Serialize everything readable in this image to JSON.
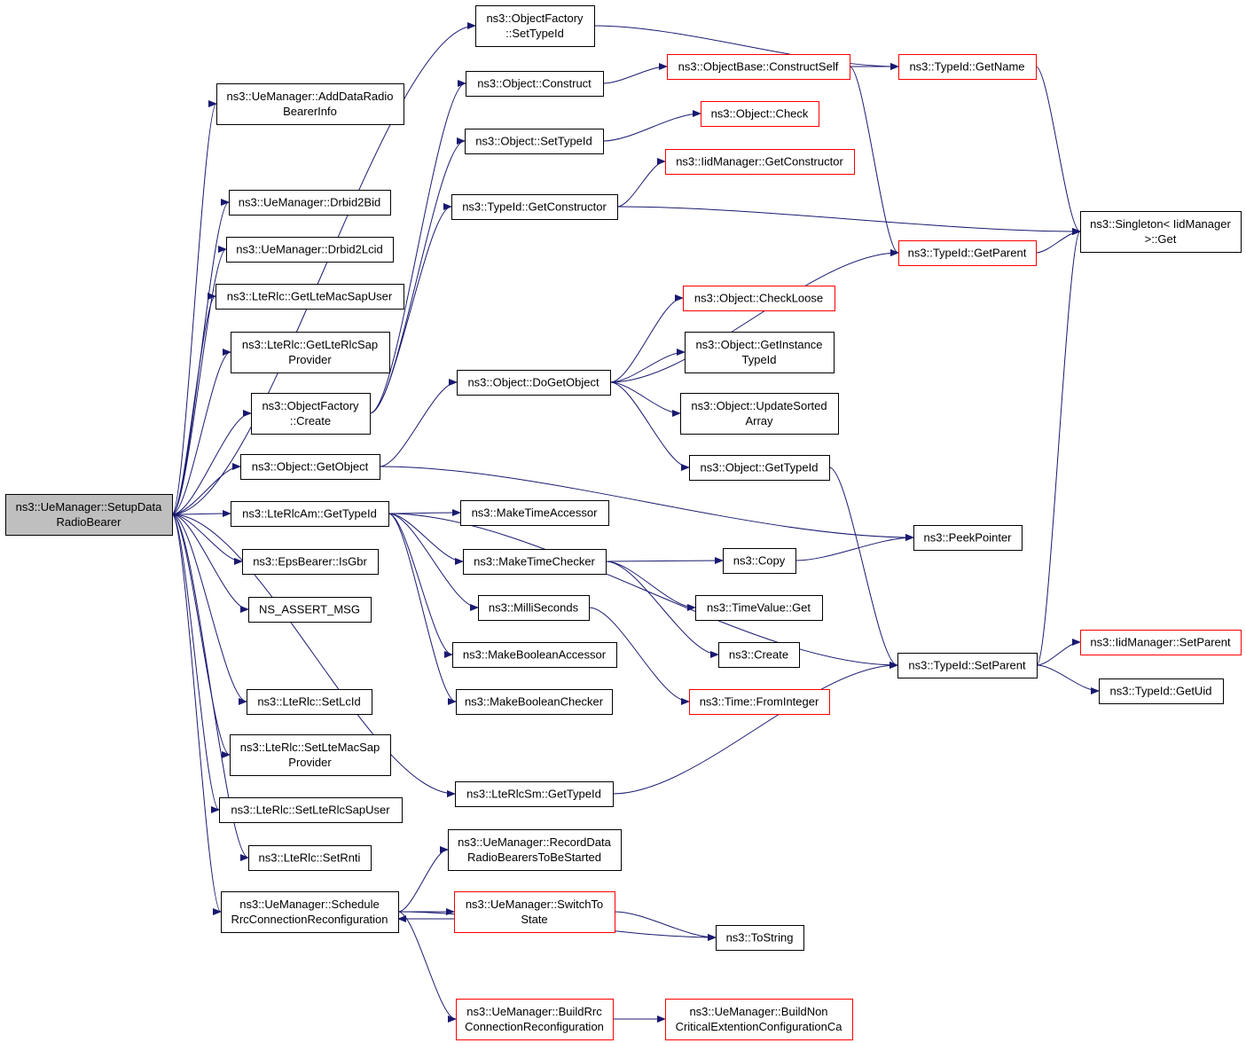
{
  "colors": {
    "edge": "#191970",
    "border_normal": "#000000",
    "border_truncated": "#ff0000",
    "root_fill": "#bfbfbf",
    "node_fill": "#ffffff"
  },
  "nodes": [
    {
      "id": "root",
      "lines": [
        "ns3::UeManager::SetupData",
        "RadioBearer"
      ],
      "style": "root"
    },
    {
      "id": "of_settypeid",
      "lines": [
        "ns3::ObjectFactory",
        "::SetTypeId"
      ],
      "style": "normal"
    },
    {
      "id": "ue_adddrbi",
      "lines": [
        "ns3::UeManager::AddDataRadio",
        "BearerInfo"
      ],
      "style": "normal"
    },
    {
      "id": "obj_construct",
      "lines": [
        "ns3::Object::Construct"
      ],
      "style": "normal"
    },
    {
      "id": "ob_constructself",
      "lines": [
        "ns3::ObjectBase::ConstructSelf"
      ],
      "style": "truncated"
    },
    {
      "id": "tid_getname",
      "lines": [
        "ns3::TypeId::GetName"
      ],
      "style": "truncated"
    },
    {
      "id": "obj_check",
      "lines": [
        "ns3::Object::Check"
      ],
      "style": "truncated"
    },
    {
      "id": "obj_settypeid",
      "lines": [
        "ns3::Object::SetTypeId"
      ],
      "style": "normal"
    },
    {
      "id": "iid_getconstructor",
      "lines": [
        "ns3::IidManager::GetConstructor"
      ],
      "style": "truncated"
    },
    {
      "id": "ue_drbid2bid",
      "lines": [
        "ns3::UeManager::Drbid2Bid"
      ],
      "style": "normal"
    },
    {
      "id": "tid_getconstructor",
      "lines": [
        "ns3::TypeId::GetConstructor"
      ],
      "style": "normal"
    },
    {
      "id": "singleton_get",
      "lines": [
        "ns3::Singleton< IidManager",
        ">::Get"
      ],
      "style": "normal"
    },
    {
      "id": "ue_drbid2lcid",
      "lines": [
        "ns3::UeManager::Drbid2Lcid"
      ],
      "style": "normal"
    },
    {
      "id": "tid_getparent",
      "lines": [
        "ns3::TypeId::GetParent"
      ],
      "style": "truncated"
    },
    {
      "id": "rlc_getltemacsapuser",
      "lines": [
        "ns3::LteRlc::GetLteMacSapUser"
      ],
      "style": "normal"
    },
    {
      "id": "obj_checkloose",
      "lines": [
        "ns3::Object::CheckLoose"
      ],
      "style": "truncated"
    },
    {
      "id": "rlc_getlterlcsapprovider",
      "lines": [
        "ns3::LteRlc::GetLteRlcSap",
        "Provider"
      ],
      "style": "normal"
    },
    {
      "id": "obj_getinstancetypeid",
      "lines": [
        "ns3::Object::GetInstance",
        "TypeId"
      ],
      "style": "normal"
    },
    {
      "id": "obj_dogetobject",
      "lines": [
        "ns3::Object::DoGetObject"
      ],
      "style": "normal"
    },
    {
      "id": "of_create",
      "lines": [
        "ns3::ObjectFactory",
        "::Create"
      ],
      "style": "normal"
    },
    {
      "id": "obj_updatesortedarray",
      "lines": [
        "ns3::Object::UpdateSorted",
        "Array"
      ],
      "style": "normal"
    },
    {
      "id": "obj_getobject",
      "lines": [
        "ns3::Object::GetObject"
      ],
      "style": "normal"
    },
    {
      "id": "obj_gettypeid",
      "lines": [
        "ns3::Object::GetTypeId"
      ],
      "style": "normal"
    },
    {
      "id": "rlcam_gettypeid",
      "lines": [
        "ns3::LteRlcAm::GetTypeId"
      ],
      "style": "normal"
    },
    {
      "id": "maketimeaccessor",
      "lines": [
        "ns3::MakeTimeAccessor"
      ],
      "style": "normal"
    },
    {
      "id": "peekpointer",
      "lines": [
        "ns3::PeekPointer"
      ],
      "style": "normal"
    },
    {
      "id": "maketimechecker",
      "lines": [
        "ns3::MakeTimeChecker"
      ],
      "style": "normal"
    },
    {
      "id": "copy",
      "lines": [
        "ns3::Copy"
      ],
      "style": "normal"
    },
    {
      "id": "epsbearer_isgbr",
      "lines": [
        "ns3::EpsBearer::IsGbr"
      ],
      "style": "normal"
    },
    {
      "id": "ns_assert_msg",
      "lines": [
        "NS_ASSERT_MSG"
      ],
      "style": "normal"
    },
    {
      "id": "milliseconds",
      "lines": [
        "ns3::MilliSeconds"
      ],
      "style": "normal"
    },
    {
      "id": "timevalue_get",
      "lines": [
        "ns3::TimeValue::Get"
      ],
      "style": "normal"
    },
    {
      "id": "iid_setparent",
      "lines": [
        "ns3::IidManager::SetParent"
      ],
      "style": "truncated"
    },
    {
      "id": "makebooleanaccessor",
      "lines": [
        "ns3::MakeBooleanAccessor"
      ],
      "style": "normal"
    },
    {
      "id": "create",
      "lines": [
        "ns3::Create"
      ],
      "style": "normal"
    },
    {
      "id": "tid_setparent",
      "lines": [
        "ns3::TypeId::SetParent"
      ],
      "style": "normal"
    },
    {
      "id": "tid_getuid",
      "lines": [
        "ns3::TypeId::GetUid"
      ],
      "style": "normal"
    },
    {
      "id": "makebooleanchecker",
      "lines": [
        "ns3::MakeBooleanChecker"
      ],
      "style": "normal"
    },
    {
      "id": "time_frominteger",
      "lines": [
        "ns3::Time::FromInteger"
      ],
      "style": "truncated"
    },
    {
      "id": "rlc_setlcid",
      "lines": [
        "ns3::LteRlc::SetLcId"
      ],
      "style": "normal"
    },
    {
      "id": "rlc_setltemacsapprovider",
      "lines": [
        "ns3::LteRlc::SetLteMacSap",
        "Provider"
      ],
      "style": "normal"
    },
    {
      "id": "rlcsm_gettypeid",
      "lines": [
        "ns3::LteRlcSm::GetTypeId"
      ],
      "style": "normal"
    },
    {
      "id": "rlc_setlterlcsapuser",
      "lines": [
        "ns3::LteRlc::SetLteRlcSapUser"
      ],
      "style": "normal"
    },
    {
      "id": "ue_recorddrbtobestarted",
      "lines": [
        "ns3::UeManager::RecordData",
        "RadioBearersToBeStarted"
      ],
      "style": "normal"
    },
    {
      "id": "rlc_setrnti",
      "lines": [
        "ns3::LteRlc::SetRnti"
      ],
      "style": "normal"
    },
    {
      "id": "ue_schedulerrcconnreconf",
      "lines": [
        "ns3::UeManager::Schedule",
        "RrcConnectionReconfiguration"
      ],
      "style": "normal"
    },
    {
      "id": "ue_switchtostate",
      "lines": [
        "ns3::UeManager::SwitchTo",
        "State"
      ],
      "style": "truncated"
    },
    {
      "id": "tostring",
      "lines": [
        "ns3::ToString"
      ],
      "style": "normal"
    },
    {
      "id": "ue_buildrrcconnreconf",
      "lines": [
        "ns3::UeManager::BuildRrc",
        "ConnectionReconfiguration"
      ],
      "style": "truncated"
    },
    {
      "id": "ue_buildnoncriticalext",
      "lines": [
        "ns3::UeManager::BuildNon",
        "CriticalExtentionConfigurationCa"
      ],
      "style": "truncated"
    }
  ],
  "edges": [
    [
      "root",
      "of_settypeid"
    ],
    [
      "root",
      "ue_adddrbi"
    ],
    [
      "root",
      "ue_drbid2bid"
    ],
    [
      "root",
      "ue_drbid2lcid"
    ],
    [
      "root",
      "rlc_getltemacsapuser"
    ],
    [
      "root",
      "rlc_getlterlcsapprovider"
    ],
    [
      "root",
      "of_create"
    ],
    [
      "root",
      "obj_getobject"
    ],
    [
      "root",
      "rlcam_gettypeid"
    ],
    [
      "root",
      "epsbearer_isgbr"
    ],
    [
      "root",
      "ns_assert_msg"
    ],
    [
      "root",
      "rlc_setlcid"
    ],
    [
      "root",
      "rlc_setltemacsapprovider"
    ],
    [
      "root",
      "rlcsm_gettypeid"
    ],
    [
      "root",
      "rlc_setlterlcsapuser"
    ],
    [
      "root",
      "rlc_setrnti"
    ],
    [
      "root",
      "ue_schedulerrcconnreconf"
    ],
    [
      "of_settypeid",
      "tid_getname"
    ],
    [
      "of_create",
      "obj_construct"
    ],
    [
      "of_create",
      "obj_settypeid"
    ],
    [
      "of_create",
      "tid_getconstructor"
    ],
    [
      "obj_construct",
      "ob_constructself"
    ],
    [
      "ob_constructself",
      "tid_getname"
    ],
    [
      "ob_constructself",
      "tid_getparent"
    ],
    [
      "tid_getname",
      "singleton_get"
    ],
    [
      "obj_settypeid",
      "obj_check"
    ],
    [
      "tid_getconstructor",
      "iid_getconstructor"
    ],
    [
      "tid_getconstructor",
      "singleton_get"
    ],
    [
      "tid_getparent",
      "singleton_get"
    ],
    [
      "obj_getobject",
      "obj_dogetobject"
    ],
    [
      "obj_getobject",
      "peekpointer"
    ],
    [
      "obj_dogetobject",
      "tid_getparent"
    ],
    [
      "obj_dogetobject",
      "obj_checkloose"
    ],
    [
      "obj_dogetobject",
      "obj_getinstancetypeid"
    ],
    [
      "obj_dogetobject",
      "obj_updatesortedarray"
    ],
    [
      "obj_dogetobject",
      "obj_gettypeid"
    ],
    [
      "obj_gettypeid",
      "tid_setparent"
    ],
    [
      "rlcam_gettypeid",
      "maketimeaccessor"
    ],
    [
      "rlcam_gettypeid",
      "maketimechecker"
    ],
    [
      "rlcam_gettypeid",
      "milliseconds"
    ],
    [
      "rlcam_gettypeid",
      "makebooleanaccessor"
    ],
    [
      "rlcam_gettypeid",
      "makebooleanchecker"
    ],
    [
      "rlcam_gettypeid",
      "tid_setparent"
    ],
    [
      "maketimechecker",
      "copy"
    ],
    [
      "maketimechecker",
      "timevalue_get"
    ],
    [
      "maketimechecker",
      "create"
    ],
    [
      "copy",
      "peekpointer"
    ],
    [
      "milliseconds",
      "time_frominteger"
    ],
    [
      "tid_setparent",
      "iid_setparent"
    ],
    [
      "tid_setparent",
      "tid_getuid"
    ],
    [
      "tid_setparent",
      "singleton_get"
    ],
    [
      "rlcsm_gettypeid",
      "tid_setparent"
    ],
    [
      "ue_schedulerrcconnreconf",
      "ue_recorddrbtobestarted"
    ],
    [
      "ue_schedulerrcconnreconf",
      "ue_switchtostate"
    ],
    [
      "ue_schedulerrcconnreconf",
      "tostring"
    ],
    [
      "ue_schedulerrcconnreconf",
      "ue_buildrrcconnreconf"
    ],
    [
      "ue_switchtostate",
      "ue_schedulerrcconnreconf"
    ],
    [
      "ue_switchtostate",
      "tostring"
    ],
    [
      "ue_buildrrcconnreconf",
      "ue_buildnoncriticalext"
    ]
  ]
}
